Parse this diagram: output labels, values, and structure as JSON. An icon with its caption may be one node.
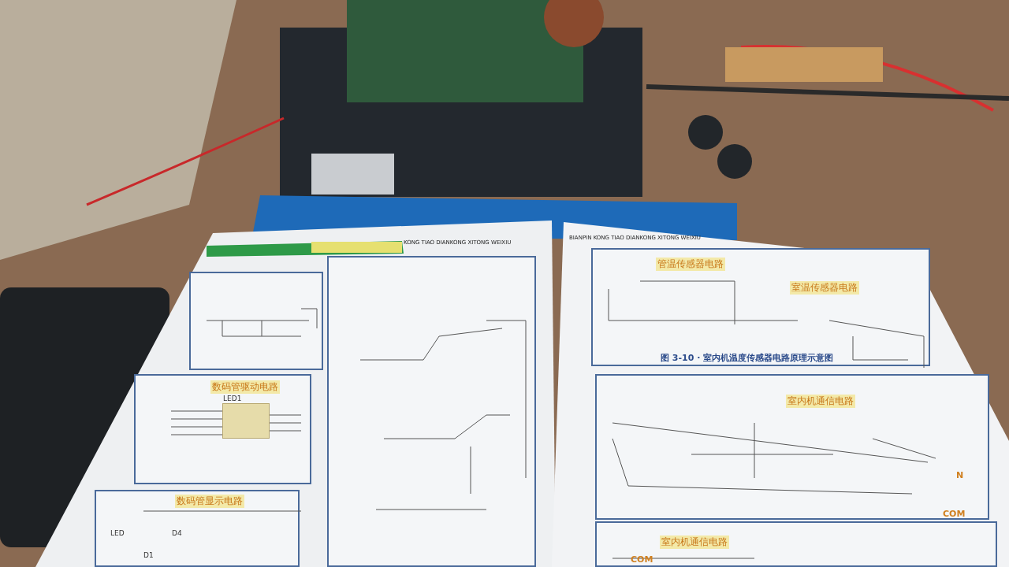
{
  "diagram": {
    "caption": "图 3-10 · 室内机温度传感器电路原理示意图",
    "nodes": [
      {
        "text": [],
        "shape": "box"
      },
      {
        "text": [
          "数码管驱动电路"
        ]
      },
      {
        "text": [],
        "shape": "box",
        "in": 1,
        "beside": [
          "LED1"
        ]
      },
      {
        "text": [
          "数码管显示电路"
        ]
      },
      {
        "text": [],
        "shape": "box"
      },
      {
        "text": [
          "管温传感器电路",
          "室温传感器电路"
        ]
      },
      {
        "text": [
          "室内机通信电路"
        ]
      },
      {
        "text": [
          "室内机通信电路"
        ]
      }
    ],
    "edges": [],
    "labels": [
      "KONG TIAO DIANKONG XITONG WEIXIU",
      "BIANPIN KONG TIAO DIANKONG XITONG WEIXIU",
      "LED",
      "D4",
      "D1",
      "N",
      "COM",
      "COM"
    ]
  }
}
